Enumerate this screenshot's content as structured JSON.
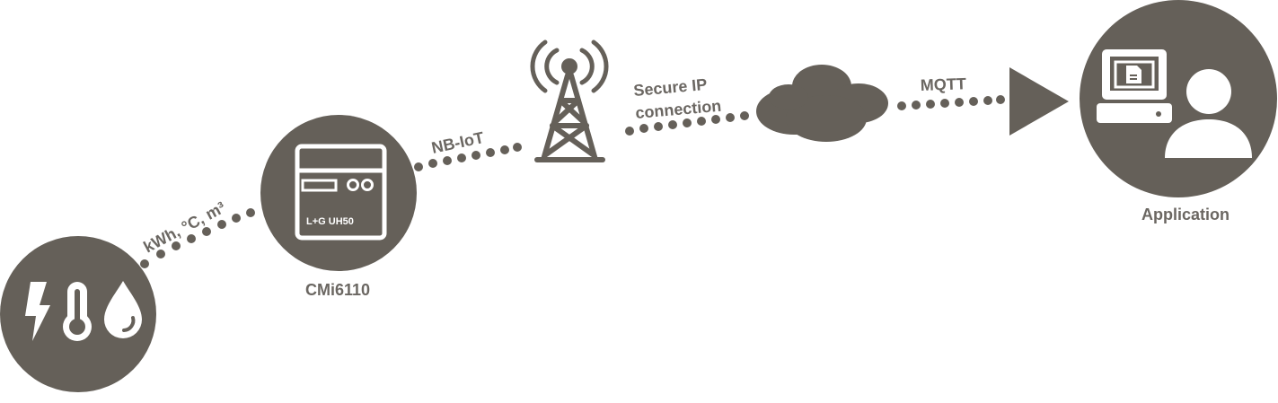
{
  "colors": {
    "primary": "#656059",
    "label": "#6b6762",
    "white": "#ffffff"
  },
  "nodes": {
    "sensors": {
      "icons": [
        "lightning-icon",
        "thermometer-icon",
        "water-drop-icon"
      ]
    },
    "meter": {
      "label": "CMi6110",
      "device_text": "L+G UH50"
    },
    "tower": {
      "icon": "cell-tower-icon"
    },
    "cloud": {
      "icon": "cloud-icon"
    },
    "arrow": {
      "icon": "arrow-right-icon"
    },
    "application": {
      "label": "Application",
      "icons": [
        "computer-icon",
        "user-icon"
      ]
    }
  },
  "links": {
    "sensor_to_meter": "kWh, °C, m³",
    "meter_to_tower": "NB-IoT",
    "tower_to_cloud_line1": "Secure IP",
    "tower_to_cloud_line2": "connection",
    "cloud_to_app": "MQTT"
  }
}
